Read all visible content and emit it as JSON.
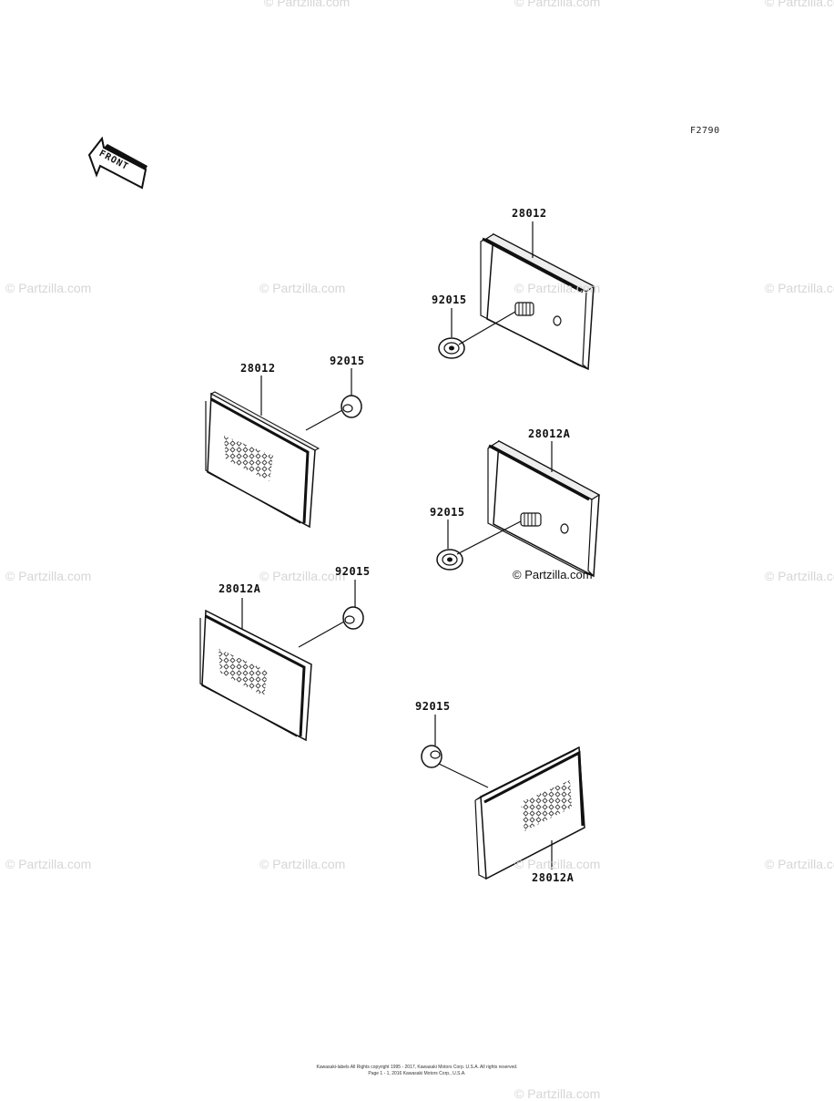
{
  "diagram_code": "F2790",
  "front_label": "FRONT",
  "copyright_label": "© Partzilla.com",
  "watermark_text": "© Partzilla.com",
  "watermarks": [
    "© Partzilla.com",
    "© Partzilla.com",
    "© Partzilla.com",
    "© Partzilla.com",
    "© Partzilla.com",
    "© Partzilla.com",
    "© Partzilla.com",
    "© Partzilla.com",
    "© Partzilla.com",
    "© Partzilla.com",
    "© Partzilla.com",
    "© Partzilla.com",
    "© Partzilla.com",
    "© Partzilla.com",
    "© Partzilla.com"
  ],
  "callouts": [
    {
      "part": "28012",
      "desc": "reflector top right"
    },
    {
      "part": "92015",
      "desc": "nut top right"
    },
    {
      "part": "28012",
      "desc": "reflector left upper"
    },
    {
      "part": "92015",
      "desc": "nut left upper"
    },
    {
      "part": "28012A",
      "desc": "reflector mid right"
    },
    {
      "part": "92015",
      "desc": "nut mid right"
    },
    {
      "part": "92015",
      "desc": "nut left lower"
    },
    {
      "part": "28012A",
      "desc": "reflector left lower"
    },
    {
      "part": "92015",
      "desc": "nut bottom right"
    },
    {
      "part": "28012A",
      "desc": "reflector bottom right"
    }
  ],
  "footer_line1": "Kawasaki-labels All Rights copyright 1995 - 2017, Kawasaki Motors Corp. U.S.A. All rights reserved.",
  "footer_line2": "Page 1 - 1, 2016 Kawasaki Motors Corp., U.S.A."
}
